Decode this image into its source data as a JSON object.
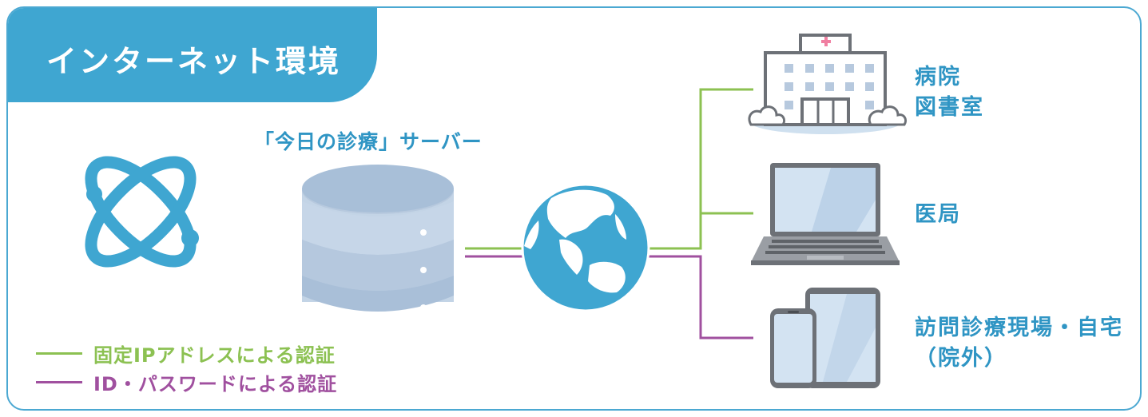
{
  "title": "インターネット環境",
  "server_label": "「今日の診療」サーバー",
  "destinations": {
    "hospital": [
      "病院",
      "図書室"
    ],
    "ikyoku": [
      "医局"
    ],
    "home": [
      "訪問診療現場・自宅",
      "（院外）"
    ]
  },
  "legend": [
    {
      "label": "固定IPアドレスによる認証",
      "color": "#8cc152"
    },
    {
      "label": "ID・パスワードによる認証",
      "color": "#a0509f"
    }
  ],
  "colors": {
    "accent": "#3fa6d1",
    "green_line": "#8cc152",
    "purple_line": "#a0509f"
  },
  "icons": [
    "atom-icon",
    "server-icon",
    "globe-icon",
    "hospital-icon",
    "laptop-icon",
    "phone-icon",
    "tablet-icon"
  ]
}
